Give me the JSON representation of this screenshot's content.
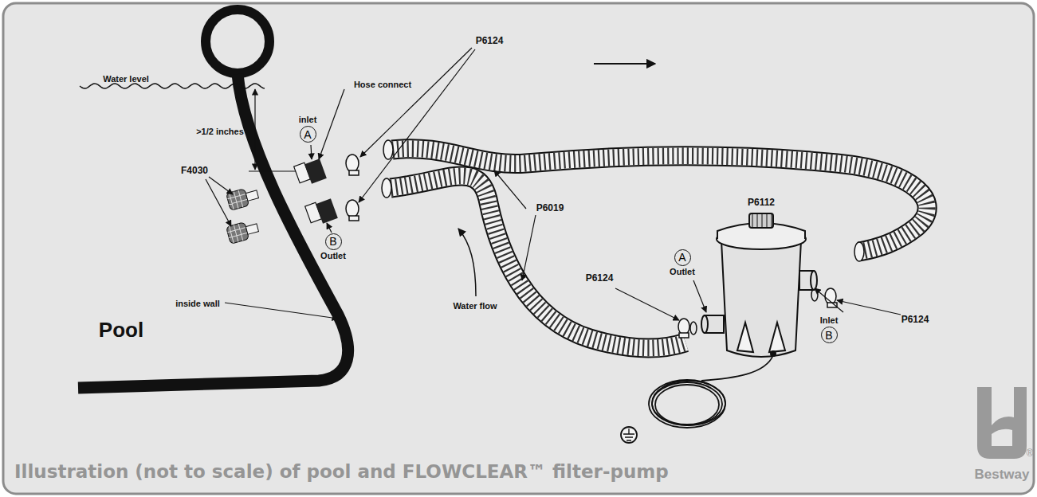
{
  "diagram": {
    "caption": "Illustration (not to scale) of pool and FLOWCLEAR™ filter-pump",
    "nodes": [
      {
        "text": [
          "inlet",
          "A"
        ]
      },
      {
        "text": [
          "B",
          "Outlet"
        ]
      },
      {
        "text": [
          "A",
          "Outlet"
        ]
      },
      {
        "text": [
          "Inlet",
          "B"
        ]
      }
    ],
    "labels": [
      "Water level",
      ">1/2 inches",
      "Hose connect",
      "P6124",
      "F4030",
      "Water flow",
      "P6019",
      "P6112",
      "P6124",
      "P6124",
      "Pool",
      "inside wall",
      "Bestway",
      "®"
    ]
  }
}
